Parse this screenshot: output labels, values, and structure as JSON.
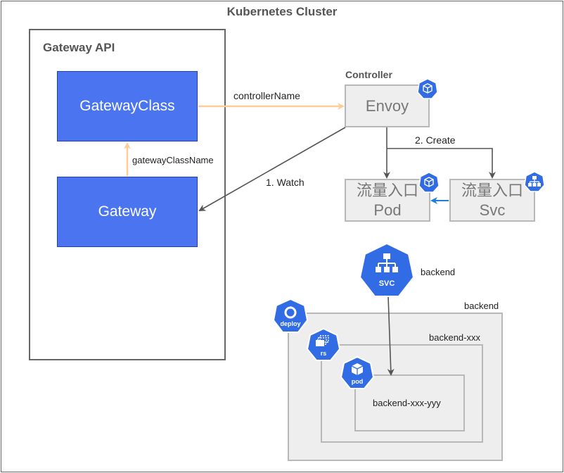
{
  "title": "Kubernetes Cluster",
  "gateway_api": {
    "label": "Gateway API",
    "gateway_class": "GatewayClass",
    "gateway": "Gateway",
    "gateway_class_name_edge": "gatewayClassName"
  },
  "controller": {
    "label": "Controller",
    "envoy": "Envoy",
    "controller_name_edge": "controllerName",
    "watch_edge": "1.  Watch",
    "create_edge": "2. Create",
    "pod_line1": "流量入口",
    "pod_line2": "Pod",
    "svc_line1": "流量入口",
    "svc_line2": "Svc"
  },
  "backend": {
    "svc_icon_text": "SVC",
    "svc_label": "backend",
    "deploy_icon_text": "deploy",
    "deploy_label": "backend",
    "rs_icon_text": "rs",
    "rs_label": "backend-xxx",
    "pod_icon_text": "pod",
    "pod_label": "backend-xxx-yyy"
  },
  "colors": {
    "blue_box": "#4a74f0",
    "k8s_blue": "#326ce5",
    "orange_arrow": "#ffcc99",
    "dark_arrow": "#555555",
    "blue_arrow": "#1d7ee0"
  },
  "icons": [
    "kubernetes-pod-icon",
    "kubernetes-svc-icon",
    "kubernetes-deploy-icon",
    "kubernetes-rs-icon"
  ]
}
